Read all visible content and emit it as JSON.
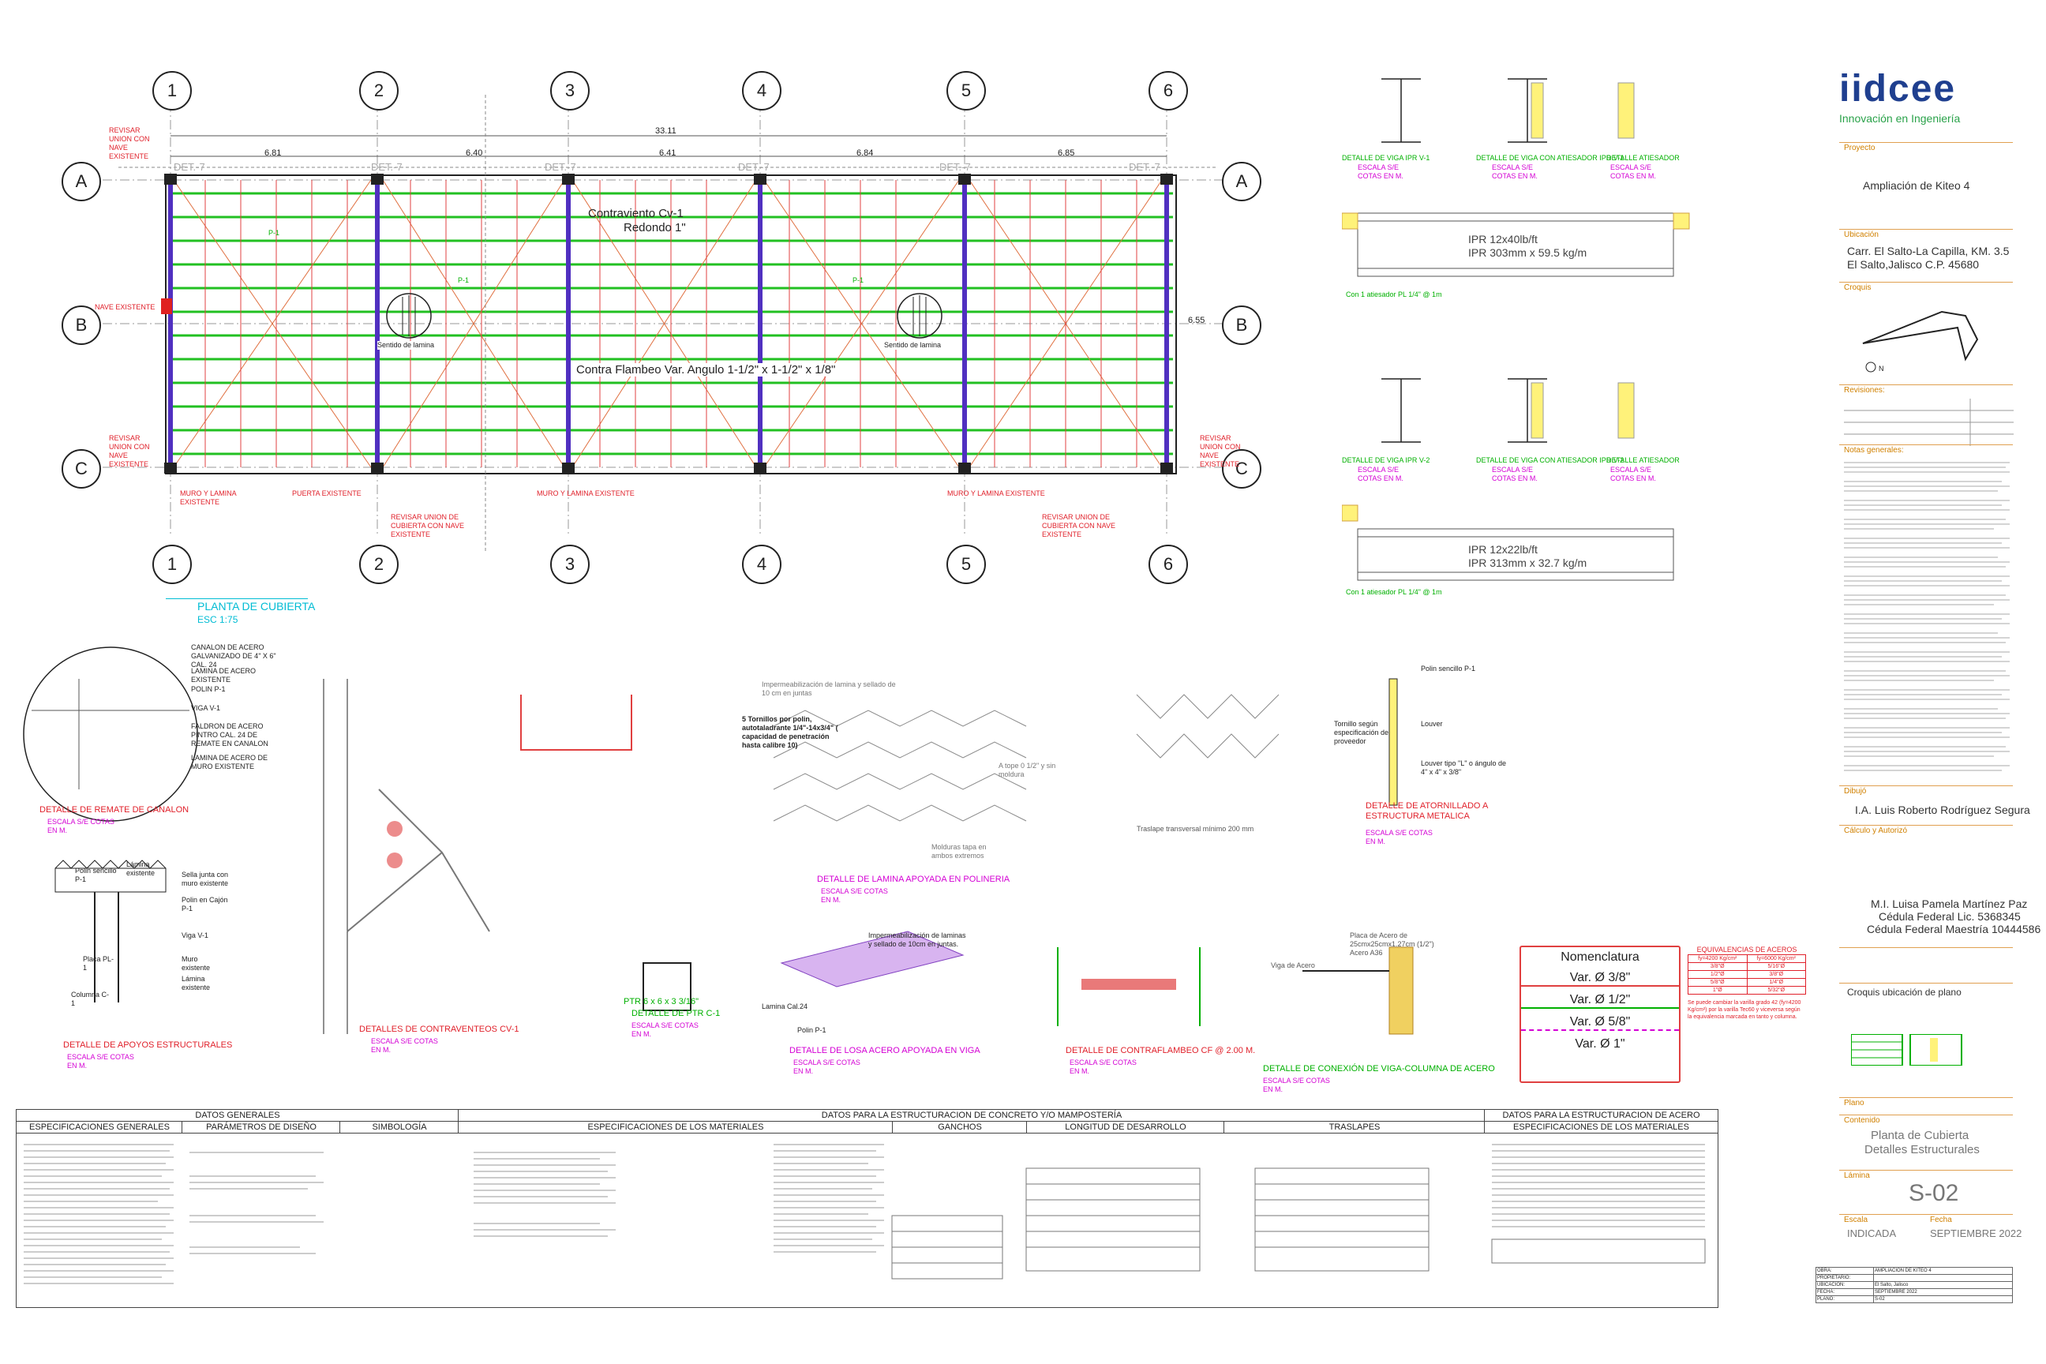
{
  "logo": {
    "name": "iidcee",
    "tagline": "Innovación en Ingeniería",
    "color": "#1f3f8f",
    "accent": "#2aa24a"
  },
  "title_block": {
    "project_label": "Proyecto",
    "project": "Ampliación de Kiteo 4",
    "location_label": "Ubicación",
    "location_line1": "Carr. El Salto-La Capilla, KM. 3.5",
    "location_line2": "El Salto,Jalisco C.P. 45680",
    "croquis_label": "Croquis",
    "north_label": "N",
    "revisions_label": "Revisiones:",
    "notes_label": "Notas generales:",
    "drawn_label": "Dibujó",
    "drawn": "I.A. Luis Roberto Rodríguez Segura",
    "calc_label": "Cálculo y Autorizó",
    "engineer_name": "M.I. Luisa Pamela Martínez Paz",
    "engineer_license1": "Cédula Federal Lic. 5368345",
    "engineer_license2": "Cédula Federal Maestría 10444586",
    "location_plan_label": "Croquis ubicación de plano",
    "plan_label": "Plano",
    "contents_label": "Contenido",
    "contents_line1": "Planta de Cubierta",
    "contents_line2": "Detalles Estructurales",
    "sheet_label": "Lámina",
    "sheet": "S-02",
    "scale_label": "Escala",
    "date_label": "Fecha",
    "scale": "INDICADA",
    "date": "SEPTIEMBRE 2022"
  },
  "grid": {
    "columns": [
      "1",
      "2",
      "3",
      "4",
      "5",
      "6"
    ],
    "rows": [
      "A",
      "B",
      "C"
    ]
  },
  "plan": {
    "title": "PLANTA DE CUBIERTA",
    "scale": "ESC 1:75",
    "overall_dim": "33.11",
    "spans": [
      "6.81",
      "6.40",
      "6.41",
      "6.84",
      "6.85"
    ],
    "bay_depth": "6.55",
    "bracing": "Contraviento Cv-1",
    "bracing2": "Redondo 1\"",
    "flambeo": "Contra Flambeo Var. Angulo 1-1/2\" x 1-1/2\" x 1/8\"",
    "lamina_dir": "Sentido de lamina",
    "purlin": "P-1",
    "det_label": "DET.-7",
    "notes": [
      "REVISAR UNION CON NAVE EXISTENTE",
      "NAVE EXISTENTE",
      "REVISAR UNION CON NAVE EXISTENTE",
      "MURO Y LAMINA EXISTENTE",
      "PUERTA EXISTENTE",
      "REVISAR UNION DE CUBIERTA CON NAVE EXISTENTE",
      "MURO Y LAMINA EXISTENTE",
      "MURO Y LAMINA EXISTENTE",
      "REVISAR UNION DE CUBIERTA CON NAVE EXISTENTE",
      "REVISAR UNION CON NAVE EXISTENTE"
    ]
  },
  "beam_details": [
    {
      "title": "DETALLE DE VIGA IPR V-1",
      "scale": "ESCALA S/E COTAS EN M."
    },
    {
      "title": "DETALLE DE VIGA CON ATIESADOR IPR V-1",
      "scale": "ESCALA S/E COTAS EN M."
    },
    {
      "title": "DETALLE ATIESADOR",
      "scale": "ESCALA S/E COTAS EN M."
    },
    {
      "title": "DETALLE DE VIGA IPR V-2",
      "scale": "ESCALA S/E COTAS EN M."
    },
    {
      "title": "DETALLE DE VIGA CON ATIESADOR IPR V-2",
      "scale": "ESCALA S/E COTAS EN M."
    },
    {
      "title": "DETALLE ATIESADOR",
      "scale": "ESCALA S/E COTAS EN M."
    }
  ],
  "beam_profiles": [
    {
      "line1": "IPR 12x40lb/ft",
      "line2": "IPR 303mm x 59.5 kg/m",
      "note": "Con 1 atiesador PL 1/4\" @ 1m"
    },
    {
      "line1": "IPR 12x22lb/ft",
      "line2": "IPR 313mm x 32.7 kg/m",
      "note": "Con 1 atiesador PL 1/4\" @ 1m"
    }
  ],
  "details": [
    {
      "title": "DETALLE DE REMATE DE CANALON",
      "scale": "ESCALA S/E COTAS EN M."
    },
    {
      "title": "DETALLES DE CONTRAVENTEOS CV-1",
      "scale": "ESCALA S/E COTAS EN M."
    },
    {
      "title": "DETALLE DE LAMINA APOYADA EN POLINERIA",
      "scale": "ESCALA S/E COTAS EN M."
    },
    {
      "title": "DETALLE DE ATORNILLADO A ESTRUCTURA METALICA",
      "scale": "ESCALA S/E COTAS EN M."
    },
    {
      "title": "DETALLE DE APOYOS ESTRUCTURALES",
      "scale": "ESCALA S/E COTAS EN M."
    },
    {
      "title": "DETALLE DE PTR C-1",
      "scale": "ESCALA S/E COTAS EN M."
    },
    {
      "title": "DETALLE DE LOSA ACERO APOYADA EN VIGA",
      "scale": "ESCALA S/E COTAS EN M."
    },
    {
      "title": "DETALLE DE CONTRAFLAMBEO CF @ 2.00 M.",
      "scale": "ESCALA S/E COTAS EN M."
    },
    {
      "title": "DETALLE DE CONEXIÓN DE VIGA-COLUMNA DE ACERO",
      "scale": "ESCALA S/E COTAS EN M."
    }
  ],
  "canalon_labels": [
    "CANALON DE ACERO GALVANIZADO DE 4\" X 6\" CAL. 24",
    "LAMINA DE ACERO EXISTENTE",
    "POLIN P-1",
    "VIGA V-1",
    "FALDRON DE ACERO PINTRO CAL. 24 DE REMATE EN CANALON",
    "LAMINA DE ACERO DE MURO EXISTENTE"
  ],
  "lamina_labels": [
    "Impermeabilización de lamina y sellado de 10 cm en juntas",
    "5 Tornillos por polin, autotaladrante 1/4\"-14x3/4\" ( capacidad de penetración hasta calibre 10)",
    "A tope 0 1/2\" y sin moldura",
    "Molduras tapa en ambos extremos"
  ],
  "atornillado_labels": [
    "Polin sencillo P-1",
    "Tornillo según especificación de proveedor",
    "Louver",
    "Louver tipo \"L\" o ángulo de 4\" x 4\" x 3/8\"",
    "Traslape transversal mínimo 200 mm"
  ],
  "apoyos_labels": [
    "Polin sencillo P-1",
    "Lámina existente",
    "Sella junta con muro existente",
    "Polin en Cajón P-1",
    "Viga V-1",
    "Muro existente",
    "Placa PL-1",
    "Lámina existente",
    "Columna C-1"
  ],
  "ptr_label": "PTR 6 x 6 x 3 3/16\"",
  "losa_labels": [
    "Impermeabilización de laminas y sellado de 10cm en juntas.",
    "Lamina Cal.24",
    "Polin P-1"
  ],
  "conexion_labels": [
    "Placa de Acero de 25cmx25cmx1.27cm (1/2\") Acero A36",
    "Viga de Acero"
  ],
  "nomenclatura": {
    "title": "Nomenclatura",
    "items": [
      "Var. Ø 3/8\"",
      "Var. Ø 1/2\"",
      "Var. Ø 5/8\"",
      "Var. Ø 1\""
    ],
    "colors": [
      "#e0202a",
      "#00b000",
      "#d400d4",
      "#e0202a"
    ]
  },
  "equivalencias": {
    "title": "EQUIVALENCIAS DE ACEROS",
    "headers": [
      "fy=4200 Kg/cm²",
      "fy=6000 Kg/cm²"
    ],
    "rows": [
      [
        "3/8\"Ø",
        "5/16\"Ø"
      ],
      [
        "1/2\"Ø",
        "3/8\"Ø"
      ],
      [
        "5/8\"Ø",
        "1/4\"Ø"
      ],
      [
        "1\"Ø",
        "5/32\"Ø"
      ]
    ],
    "note": "Se puede cambiar la varilla grado 42 (fy=4200 Kg/cm²) por la varilla Tec60 y viceversa según la equivalencia marcada en tanto y columna."
  },
  "bottom_tables": {
    "datos_generales": "DATOS GENERALES",
    "esp_generales": "ESPECIFICACIONES GENERALES",
    "parametros": "PARÁMETROS DE DISEÑO",
    "simbologia": "SIMBOLOGÍA",
    "datos_concreto": "DATOS PARA LA ESTRUCTURACION DE CONCRETO Y/O MAMPOSTERÍA",
    "esp_materiales": "ESPECIFICACIONES DE LOS MATERIALES",
    "ganchos": "GANCHOS",
    "longitud": "LONGITUD DE DESARROLLO",
    "traslapes": "TRASLAPES",
    "datos_acero": "DATOS PARA LA ESTRUCTURACION DE ACERO",
    "esp_materiales2": "ESPECIFICACIONES DE LOS MATERIALES"
  },
  "small_title_table": {
    "rows": [
      [
        "OBRA:",
        "AMPLIACION DE KITEO 4"
      ],
      [
        "PROPIETARIO:",
        ""
      ],
      [
        "UBICACION:",
        "El Salto, Jalisco"
      ],
      [
        "FECHA:",
        "SEPTIEMBRE 2022"
      ],
      [
        "PLANO:",
        "S-02"
      ]
    ]
  }
}
